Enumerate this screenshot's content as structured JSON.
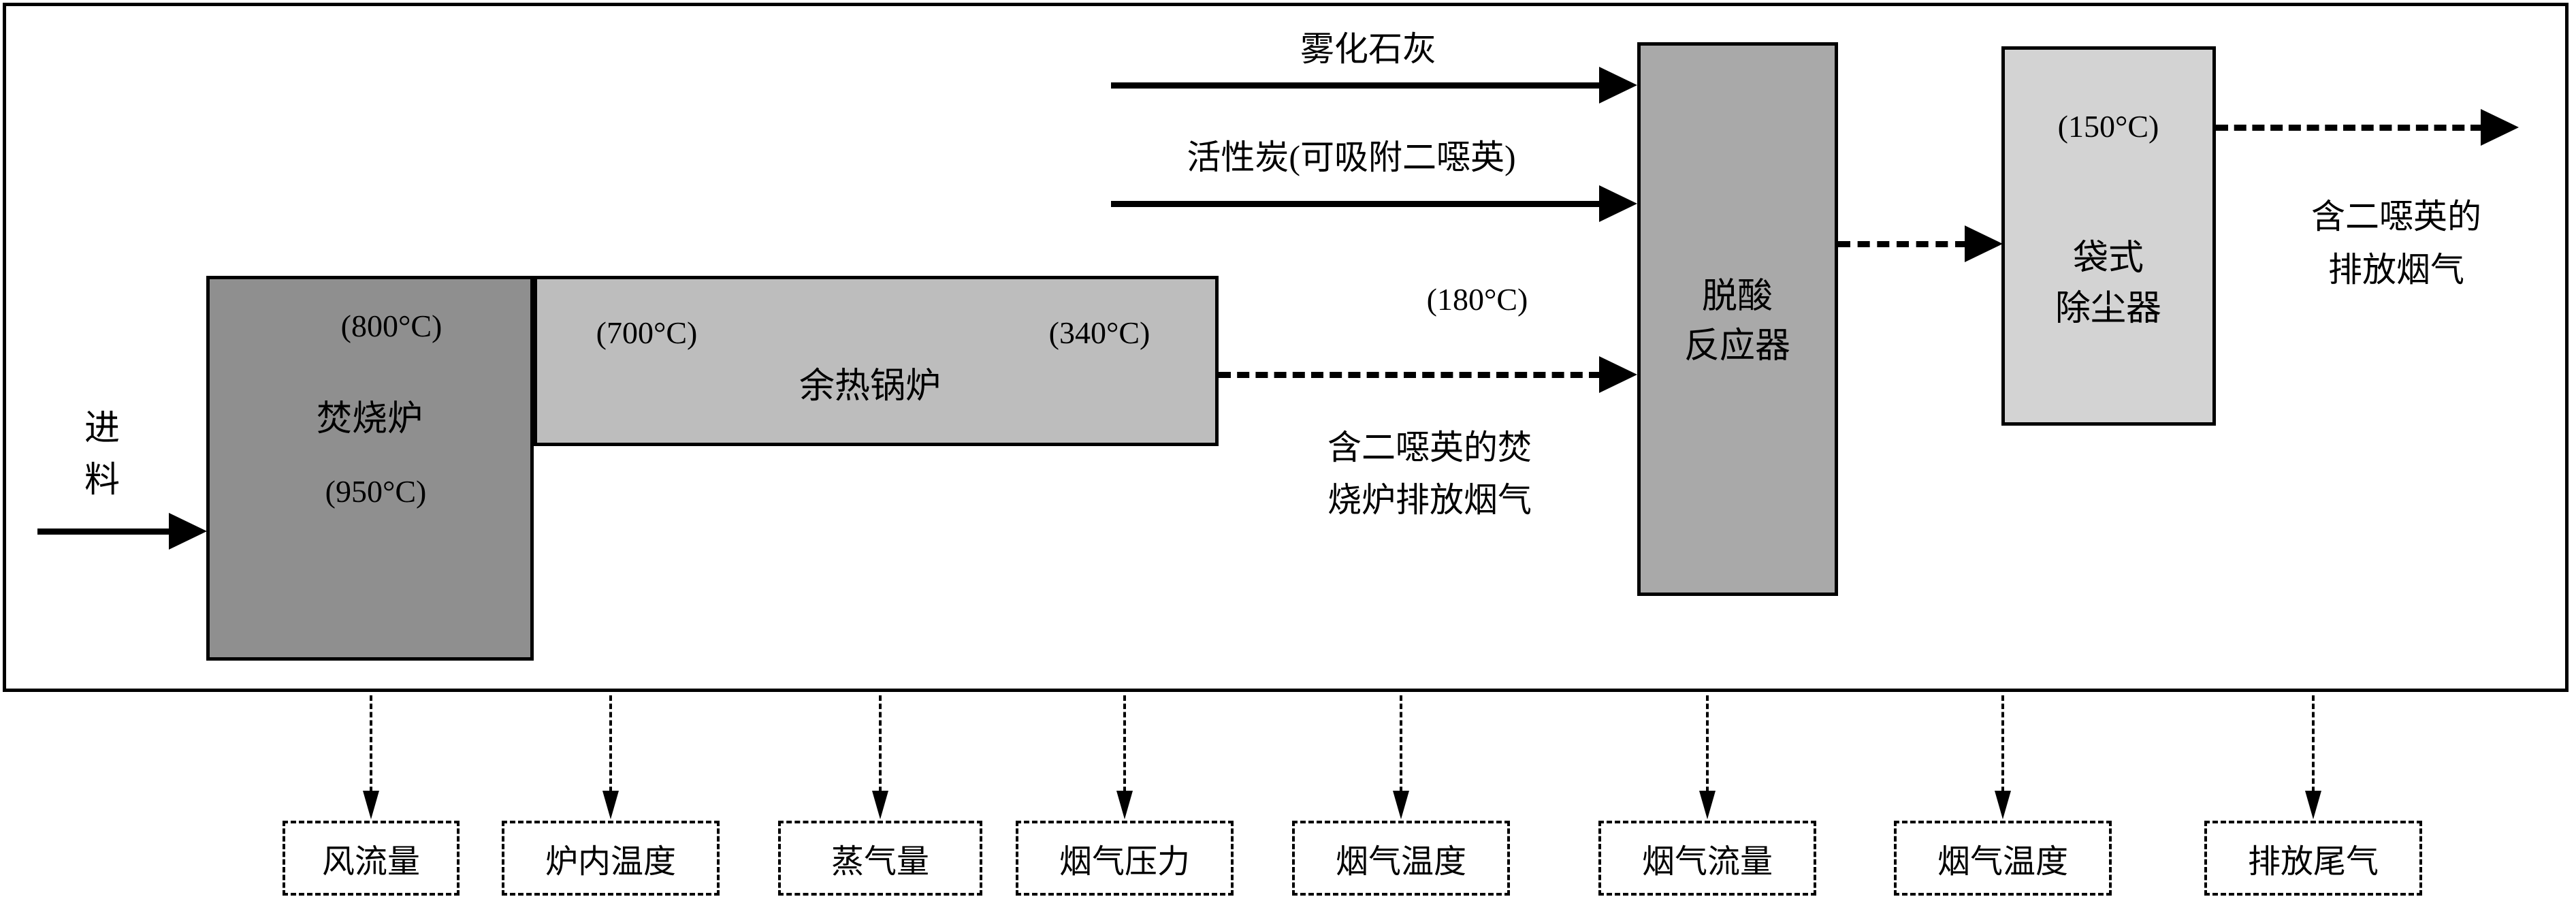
{
  "diagram": {
    "nodes": {
      "incinerator": {
        "temp_top": "(800°C)",
        "label": "焚烧炉",
        "temp_bottom": "(950°C)"
      },
      "boiler": {
        "temp_left": "(700°C)",
        "temp_right": "(340°C)",
        "label": "余热锅炉"
      },
      "reactor": {
        "label_line1": "脱酸",
        "label_line2": "反应器"
      },
      "bag_filter": {
        "temp": "(150°C)",
        "label_line1": "袋式",
        "label_line2": "除尘器"
      }
    },
    "flows": {
      "feed_line1": "进",
      "feed_line2": "料",
      "atomized_lime": "雾化石灰",
      "activated_carbon": "活性炭(可吸附二噁英)",
      "gas_temp": "(180°C)",
      "incinerator_gas_line1": "含二噁英的焚",
      "incinerator_gas_line2": "烧炉排放烟气",
      "emission_gas_line1": "含二噁英的",
      "emission_gas_line2": "排放烟气"
    },
    "measurements": [
      {
        "label": "风流量"
      },
      {
        "label": "炉内温度"
      },
      {
        "label": "蒸气量"
      },
      {
        "label": "烟气压力"
      },
      {
        "label": "烟气温度"
      },
      {
        "label": "烟气流量"
      },
      {
        "label": "烟气温度"
      },
      {
        "label": "排放尾气"
      }
    ],
    "colors": {
      "incinerator_fill": "#8f8f8f",
      "boiler_fill": "#bdbdbd",
      "reactor_fill": "#a9a9a9",
      "bag_filter_fill": "#d3d3d3",
      "line": "#000000"
    }
  }
}
